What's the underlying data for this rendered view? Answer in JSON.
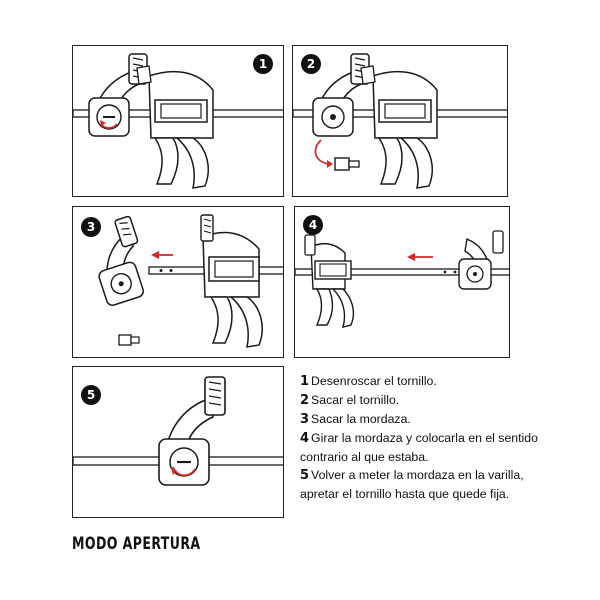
{
  "panels": [
    {
      "badge": "1"
    },
    {
      "badge": "2"
    },
    {
      "badge": "3"
    },
    {
      "badge": "4"
    },
    {
      "badge": "5"
    }
  ],
  "steps": [
    {
      "num": "1",
      "text": "Desenroscar el tornillo."
    },
    {
      "num": "2",
      "text": "Sacar el tornillo."
    },
    {
      "num": "3",
      "text": "Sacar la mordaza."
    },
    {
      "num": "4",
      "text": "Girar la mordaza y colocarla en el sentido contrario al que estaba."
    },
    {
      "num": "5",
      "text": "Volver a meter la mordaza en la varilla, apretar el tornillo hasta que quede fija."
    }
  ],
  "footer": {
    "title": "MODO APERTURA"
  },
  "colors": {
    "line": "#1a1a1a",
    "accent": "#d62828",
    "background": "#ffffff"
  }
}
